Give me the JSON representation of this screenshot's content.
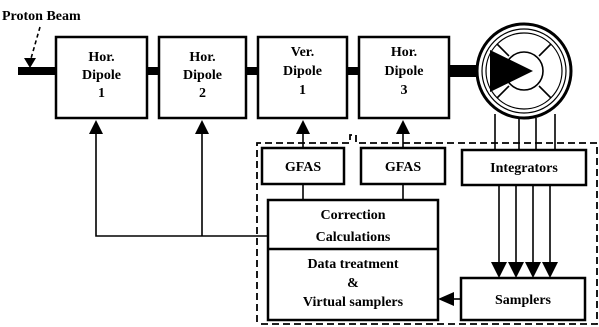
{
  "beam_label": "Proton Beam",
  "blocks": {
    "hor_dipole_1": [
      "Hor.",
      "Dipole",
      "1"
    ],
    "hor_dipole_2": [
      "Hor.",
      "Dipole",
      "2"
    ],
    "ver_dipole_1": [
      "Ver.",
      "Dipole",
      "1"
    ],
    "hor_dipole_3": [
      "Hor.",
      "Dipole",
      "3"
    ],
    "gfas_1": "GFAS",
    "gfas_2": "GFAS",
    "integrators": "Integrators",
    "correction": [
      "Correction",
      "Calculations"
    ],
    "data_treatment": [
      "Data treatment",
      "&",
      "Virtual samplers"
    ],
    "samplers": "Samplers"
  }
}
